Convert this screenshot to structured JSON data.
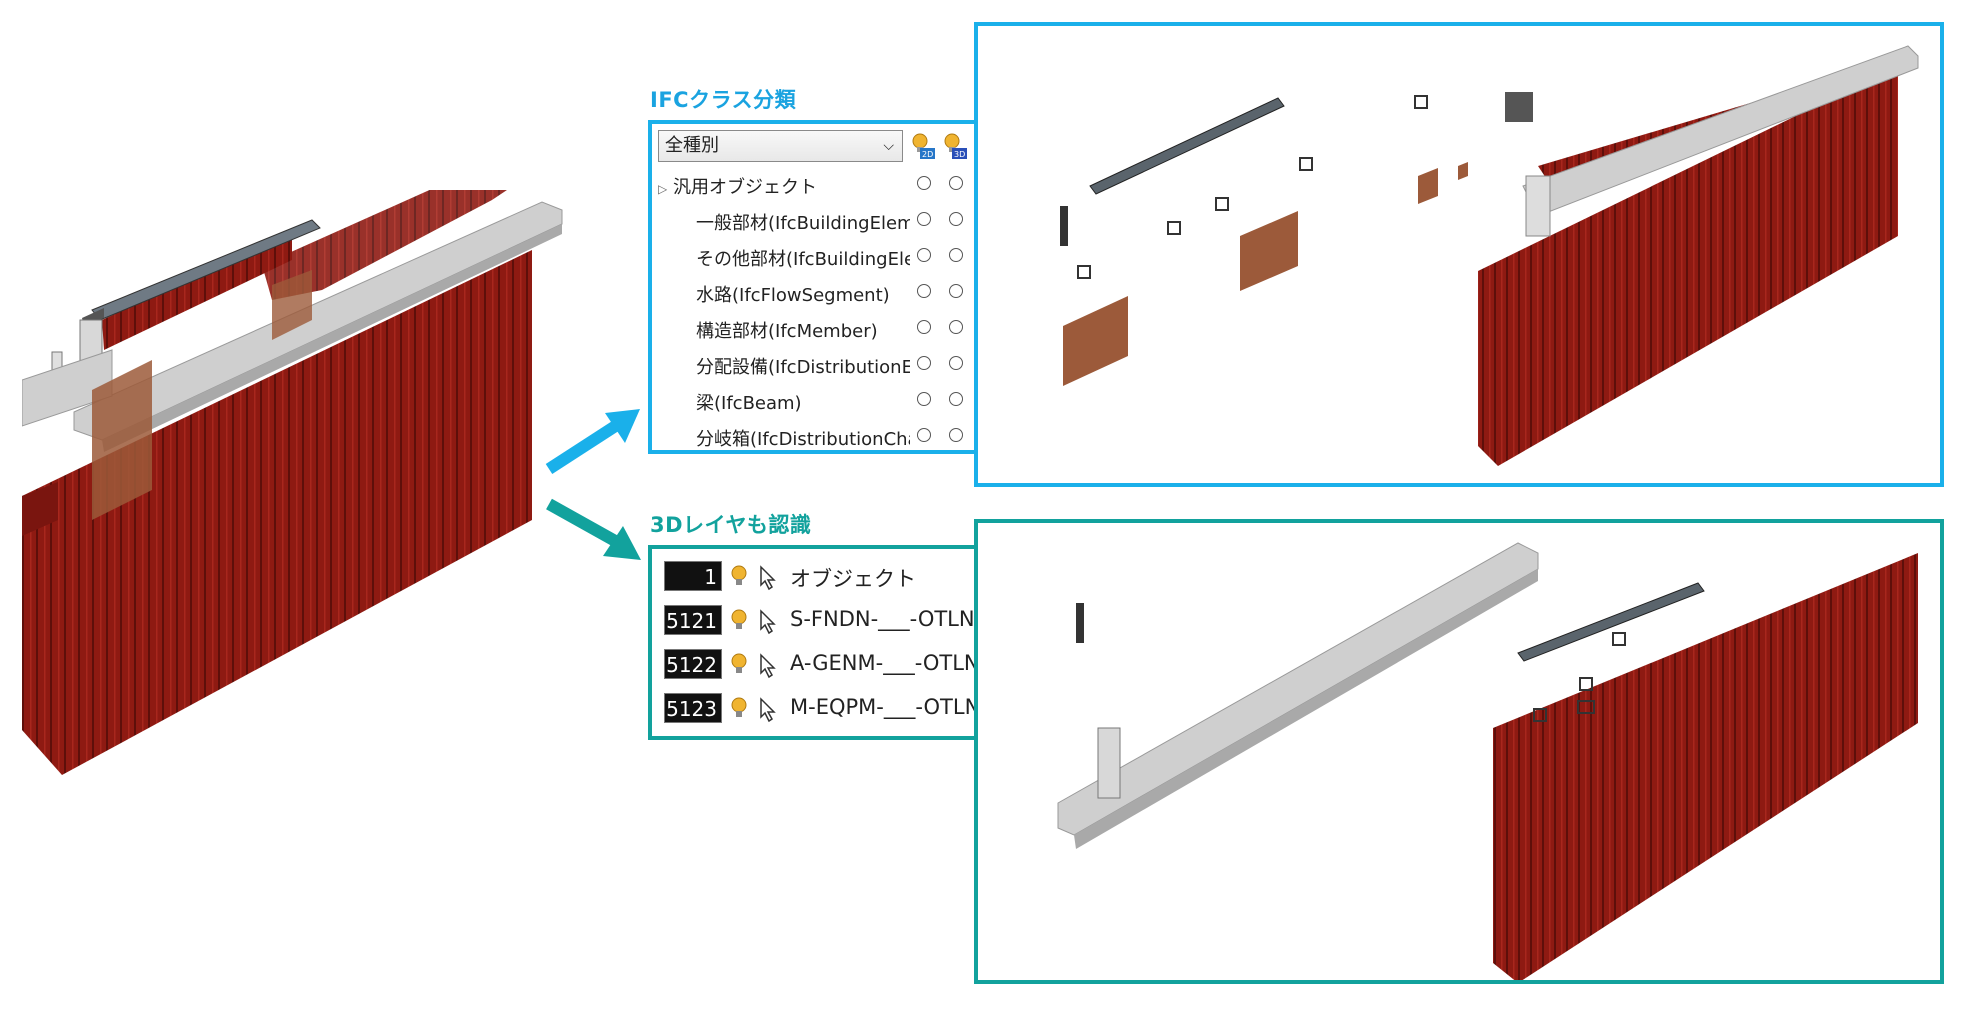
{
  "colors": {
    "ifc_accent": "#1ab0ea",
    "layer_accent": "#12a29d",
    "wall_red": "#8e1a12",
    "concrete": "#c9c9c9"
  },
  "ifc_section": {
    "title": "IFCクラス分類",
    "filter_selected": "全種別",
    "header_icons": [
      "bulb-2d-icon",
      "bulb-3d-icon",
      "cursor-icon"
    ],
    "rows": [
      {
        "label": "汎用オブジェクト",
        "expandable": true
      },
      {
        "label": "一般部材(IfcBuildingElement)"
      },
      {
        "label": "その他部材(IfcBuildingElementProxy)"
      },
      {
        "label": "水路(IfcFlowSegment)"
      },
      {
        "label": "構造部材(IfcMember)"
      },
      {
        "label": "分配設備(IfcDistributionElement)"
      },
      {
        "label": "梁(IfcBeam)"
      },
      {
        "label": "分岐箱(IfcDistributionChamberElement)"
      }
    ]
  },
  "layer_section": {
    "title": "3Dレイヤも認識",
    "layers": [
      {
        "number": "1",
        "name": "オブジェクト"
      },
      {
        "number": "5121",
        "name": "S-FNDN-___-OTLN"
      },
      {
        "number": "5122",
        "name": "A-GENM-___-OTLN"
      },
      {
        "number": "5123",
        "name": "M-EQPM-___-OTLN"
      }
    ]
  }
}
